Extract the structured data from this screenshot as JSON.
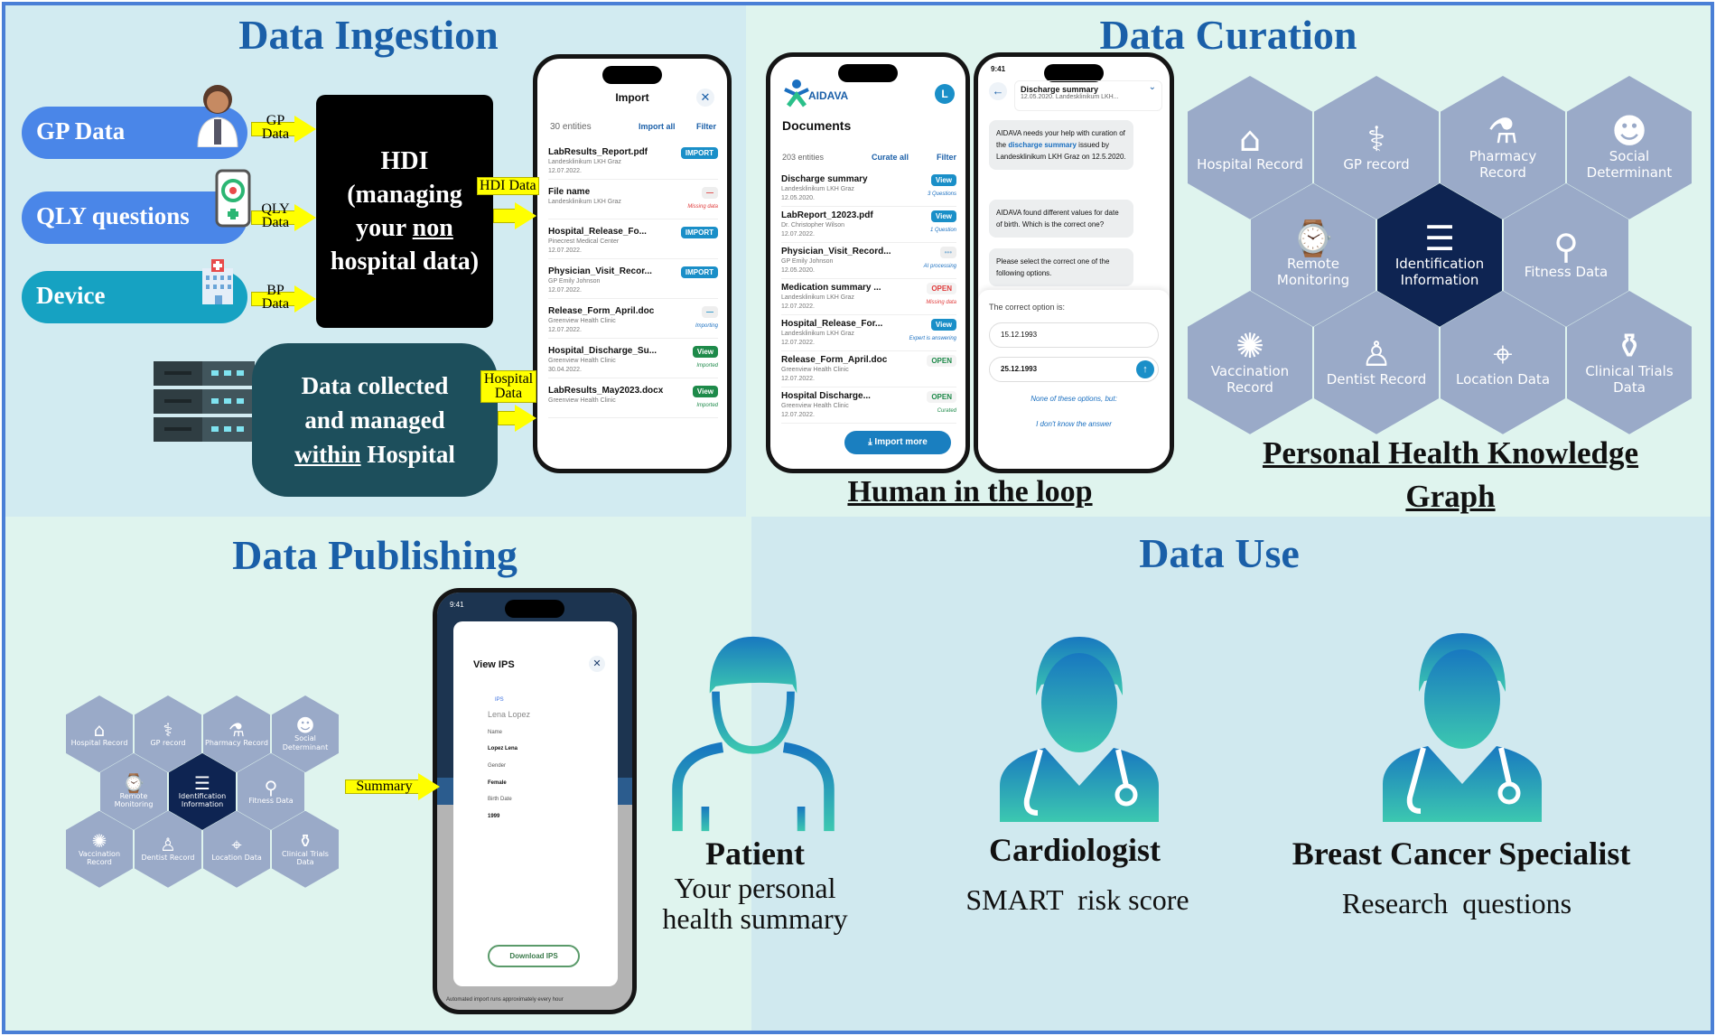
{
  "colors": {
    "title": "#1a5fa8",
    "pill_blue": "#4a86e8",
    "pill_teal": "#16a2c2",
    "hospital_box": "#1d4f5c",
    "arrow": "#ffff00",
    "hex": "#9aaac8",
    "hex_center": "#0e2452",
    "accent": "#1a8fc8"
  },
  "ingestion": {
    "title": "Data Ingestion",
    "sources": [
      {
        "label": "GP Data",
        "icon": "doctor-icon"
      },
      {
        "label": "QLY questions",
        "icon": "phone-app-icon"
      },
      {
        "label": "Device",
        "icon": "hospital-building-icon"
      }
    ],
    "arrows": [
      {
        "line1": "GP",
        "line2": "Data"
      },
      {
        "line1": "QLY",
        "line2": "Data"
      },
      {
        "line1": "BP",
        "line2": "Data"
      }
    ],
    "hdi": {
      "line1": "HDI",
      "line2": "(managing",
      "line3a": "your ",
      "line3b": "non",
      "line4": "hospital data)"
    },
    "hdi_arrow": "HDI Data",
    "hospital": {
      "line1": "Data collected",
      "line2": "and managed",
      "line3a": "within",
      "line3b": " Hospital",
      "icon": "server-rack-icon"
    },
    "hospital_arrow": "Hospital Data",
    "import_phone": {
      "title": "Import",
      "count": "30 entities",
      "import_all": "Import all",
      "filter": "Filter",
      "items": [
        {
          "name": "LabResults_Report.pdf",
          "org": "Landesklinikum LKH Graz",
          "date": "12.07.2022.",
          "badge": "IMPORT",
          "badge_color": "#1a8fc8",
          "status": ""
        },
        {
          "name": "File name",
          "org": "Landesklinikum LKH Graz",
          "date": "",
          "badge": "—",
          "badge_color": "#e03c3c",
          "status": "Missing data"
        },
        {
          "name": "Hospital_Release_Fo...",
          "org": "Pinecrest Medical Center",
          "date": "12.07.2022.",
          "badge": "IMPORT",
          "badge_color": "#1a8fc8",
          "status": ""
        },
        {
          "name": "Physician_Visit_Recor...",
          "org": "GP Emily Johnson",
          "date": "12.07.2022.",
          "badge": "IMPORT",
          "badge_color": "#1a8fc8",
          "status": ""
        },
        {
          "name": "Release_Form_April.doc",
          "org": "Greenview Health Clinic",
          "date": "12.07.2022.",
          "badge": "—",
          "badge_color": "#1a8fc8",
          "status": "Importing"
        },
        {
          "name": "Hospital_Discharge_Su...",
          "org": "Greenview Health Clinic",
          "date": "30.04.2022.",
          "badge": "View",
          "badge_color": "#1e8a4a",
          "status": "Imported"
        },
        {
          "name": "LabResults_May2023.docx",
          "org": "Greenview Health Clinic",
          "date": "",
          "badge": "View",
          "badge_color": "#1e8a4a",
          "status": "Imported"
        }
      ]
    }
  },
  "curation": {
    "title": "Data Curation",
    "docs_phone": {
      "logo": "AIDAVA",
      "avatar": "L",
      "title": "Documents",
      "count": "203 entities",
      "curate_all": "Curate all",
      "filter": "Filter",
      "import_more": "Import more",
      "items": [
        {
          "name": "Discharge summary",
          "org": "Landesklinikum LKH Graz",
          "date": "12.05.2020.",
          "badge": "View",
          "badge_color": "#1a8fc8",
          "status": "3 Questions"
        },
        {
          "name": "LabReport_12023.pdf",
          "org": "Dr. Christopher Wilson",
          "date": "12.07.2022.",
          "badge": "View",
          "badge_color": "#1a8fc8",
          "status": "1 Question"
        },
        {
          "name": "Physician_Visit_Record...",
          "org": "GP Emily Johnson",
          "date": "12.05.2020.",
          "badge": "•••",
          "badge_color": "#8fb8d8",
          "status": "AI processing"
        },
        {
          "name": "Medication summary ...",
          "org": "Landesklinikum LKH Graz",
          "date": "12.07.2022.",
          "badge": "OPEN",
          "badge_color": "#e03c3c",
          "status": "Missing data"
        },
        {
          "name": "Hospital_Release_For...",
          "org": "Landesklinikum LKH Graz",
          "date": "12.07.2022.",
          "badge": "View",
          "badge_color": "#1a8fc8",
          "status": "Expert is answering"
        },
        {
          "name": "Release_Form_April.doc",
          "org": "Greenview Health Clinic",
          "date": "12.07.2022.",
          "badge": "OPEN",
          "badge_color": "#1e8a4a",
          "status": ""
        },
        {
          "name": "Hospital Discharge...",
          "org": "Greenview Health Clinic",
          "date": "12.07.2022.",
          "badge": "OPEN",
          "badge_color": "#1e8a4a",
          "status": "Curated"
        }
      ]
    },
    "chat_phone": {
      "time": "9:41",
      "header_title": "Discharge summary",
      "header_sub": "12.05.2020. Landesklinikum LKH...",
      "msg1_a": "AIDAVA needs your help with curation of the ",
      "msg1_link": "discharge summary",
      "msg1_b": " issued by Landesklinikum LKH Graz on 12.5.2020.",
      "msg2": "AIDAVA found different values for date of birth. Which is the correct one?",
      "msg3": "Please select the correct one of the following options.",
      "prompt": "The correct option is:",
      "option1": "15.12.1993",
      "option2": "25.12.1993",
      "none": "None of these options, but:",
      "dont_know": "I don't know the answer"
    },
    "human_loop": "Human in the loop",
    "graph_title_1": "Personal Health Knowledge",
    "graph_title_2": "Graph",
    "hexes": [
      {
        "label": "Hospital Record",
        "icon": "⌂",
        "name": "hospital-record"
      },
      {
        "label": "GP record",
        "icon": "⚕",
        "name": "gp-record"
      },
      {
        "label": "Pharmacy Record",
        "icon": "⚗",
        "name": "pharmacy-record"
      },
      {
        "label": "Social Determinant",
        "icon": "☻",
        "name": "social-determinant"
      },
      {
        "label": "Remote Monitoring",
        "icon": "⌚",
        "name": "remote-monitoring"
      },
      {
        "label": "Identification Information",
        "icon": "☰",
        "name": "identification-information"
      },
      {
        "label": "Fitness Data",
        "icon": "⚲",
        "name": "fitness-data"
      },
      {
        "label": "Vaccination Record",
        "icon": "✺",
        "name": "vaccination-record"
      },
      {
        "label": "Dentist Record",
        "icon": "♙",
        "name": "dentist-record"
      },
      {
        "label": "Location Data",
        "icon": "⌖",
        "name": "location-data"
      },
      {
        "label": "Clinical Trials Data",
        "icon": "⚱",
        "name": "clinical-trials-data"
      }
    ]
  },
  "publishing": {
    "title": "Data Publishing",
    "arrow": "Summary",
    "ips_phone": {
      "time": "9:41",
      "title": "View IPS",
      "section": "IPS",
      "patient": "Lena Lopez",
      "name_label": "Name",
      "name_value": "Lopez Lena",
      "gender_label": "Gender",
      "gender_value": "Female",
      "birth_label": "Birth Date",
      "birth_value": "1999",
      "download": "Download IPS",
      "bg_text": "Automated import runs approximately every hour"
    }
  },
  "use": {
    "title": "Data Use",
    "users": [
      {
        "role": "Patient",
        "line1": "Your personal",
        "line2": "health summary"
      },
      {
        "role": "Cardiologist",
        "line1": "SMART  risk score",
        "line2": ""
      },
      {
        "role": "Breast Cancer Specialist",
        "line1": "Research  questions",
        "line2": ""
      }
    ]
  }
}
